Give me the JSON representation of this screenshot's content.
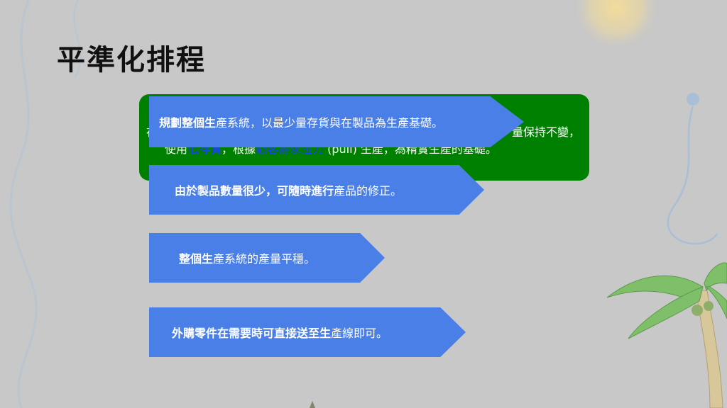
{
  "slide": {
    "title": "平準化排程"
  },
  "green_box": {
    "line1_lead": "在",
    "line1_tail": "量保持不變，",
    "line2_a": "使用",
    "line2_hl1": "低存貨",
    "line2_b": "，根據",
    "line2_hl2": "顧客需求拉力",
    "line2_c": " (pull) 生產，為精實生產的基礎。"
  },
  "arrows": [
    {
      "bold": "規劃整個生",
      "text": "產系統，以最少量存貨與在製品為生產基礎。"
    },
    {
      "bold": "由於製品數量很少，可隨時進行",
      "text": "產品的修正。"
    },
    {
      "bold": "整個生",
      "text": "產系統的產量平穩。"
    },
    {
      "bold": "外購零件在需要時可直接送至生",
      "text": "產線即可。"
    }
  ],
  "colors": {
    "background": "#c8c8c8",
    "green_box": "#008000",
    "arrow_fill": "#4a7fe8",
    "highlight": "#1a3cff"
  }
}
